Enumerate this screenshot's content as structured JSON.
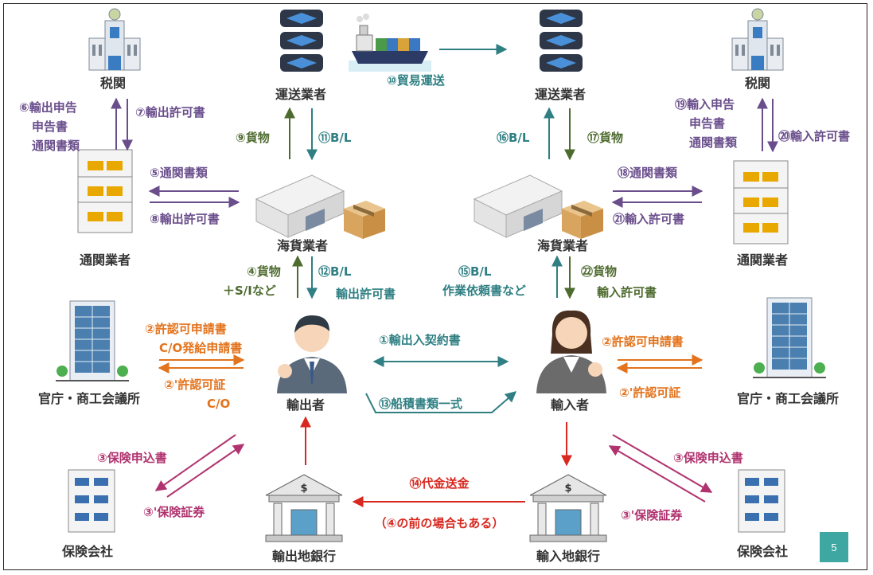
{
  "entities": {
    "customs_left": "税関",
    "customs_right": "税関",
    "carrier_left": "運送業者",
    "carrier_right": "運送業者",
    "broker_left": "通関業者",
    "broker_right": "通関業者",
    "forwarder_left": "海貨業者",
    "forwarder_right": "海貨業者",
    "govt_left": "官庁・商工会議所",
    "govt_right": "官庁・商工会議所",
    "exporter": "輸出者",
    "importer": "輸入者",
    "insurer_left": "保険会社",
    "insurer_right": "保険会社",
    "bank_export": "輸出地銀行",
    "bank_import": "輸入地銀行"
  },
  "flows": {
    "f1": "①輸出入契約書",
    "f2_left_a": "②許認可申請書",
    "f2_left_b": "C/O発給申請書",
    "f2p_left_a": "②'許認可証",
    "f2p_left_b": "C/O",
    "f2_right": "②許認可申請書",
    "f2p_right": "②'許認可証",
    "f3_left": "③保険申込書",
    "f3p_left": "③'保険証券",
    "f3_right": "③保険申込書",
    "f3p_right": "③'保険証券",
    "f4_a": "④貨物",
    "f4_b": "＋S/Iなど",
    "f5": "⑤通関書類",
    "f6_a": "⑥輸出申告",
    "f6_b": "申告書",
    "f6_c": "通関書類",
    "f7": "⑦輸出許可書",
    "f8": "⑧輸出許可書",
    "f9": "⑨貨物",
    "f10": "⑩貿易運送",
    "f11": "⑪B/L",
    "f12_a": "⑫B/L",
    "f12_b": "輸出許可書",
    "f13": "⑬船積書類一式",
    "f14_a": "⑭代金送金",
    "f14_b": "（④の前の場合もある）",
    "f15_a": "⑮B/L",
    "f15_b": "作業依頼書など",
    "f16": "⑯B/L",
    "f17": "⑰貨物",
    "f18": "⑱通関書類",
    "f19_a": "⑲輸入申告",
    "f19_b": "申告書",
    "f19_c": "通関書類",
    "f20": "⑳輸入許可書",
    "f21": "㉑輸入許可書",
    "f22_a": "㉒貨物",
    "f22_b": "輸入許可書"
  },
  "bank_symbol": "$",
  "page_number": "5",
  "colors": {
    "purple": "#6a4e8c",
    "teal": "#2f7f83",
    "green": "#4e6b2f",
    "orange": "#e3731c",
    "magenta": "#b0336f",
    "red": "#d8281f",
    "badge": "#3ea7a1"
  },
  "icons": {
    "customs": "government-building-icon",
    "carrier": "server-stack-icon",
    "ship": "container-ship-icon",
    "broker": "office-building-icon",
    "forwarder": "warehouse-icon",
    "box": "cardboard-box-icon",
    "govt": "skyscraper-icon",
    "person_exporter": "businessman-icon",
    "person_importer": "businesswoman-icon",
    "insurer": "office-building-icon",
    "bank": "bank-icon"
  }
}
